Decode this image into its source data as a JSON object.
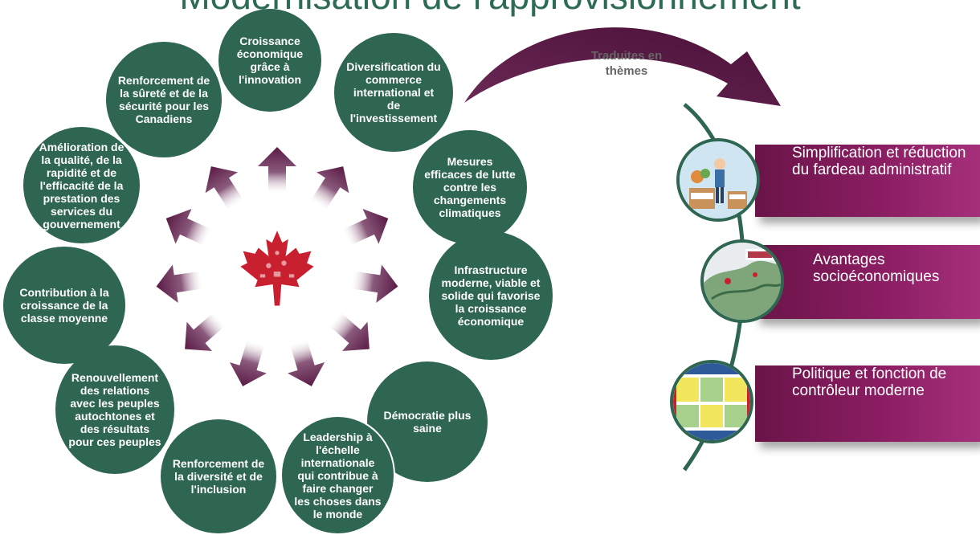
{
  "header": {
    "title": "Modernisation de l'approvisionnement"
  },
  "diagram": {
    "center_icon": "maple-leaf-icon",
    "arrow_label": "Traduites en thèmes",
    "priorities": [
      "Croissance économique grâce à l'innovation",
      "Diversification du commerce international et de l'investissement",
      "Mesures efficaces de lutte contre les changements climatiques",
      "Infrastructure moderne, viable et solide qui favorise la croissance économique",
      "Démocratie plus saine",
      "Leadership à l'échelle internationale qui contribue à faire changer les choses dans le monde",
      "Renforcement de la diversité et de l'inclusion",
      "Renouvellement des relations avec les peuples autochtones et des résultats pour ces peuples",
      "Contribution à la croissance de la classe moyenne",
      "Amélioration de la qualité, de la rapidité et de l'efficacité de la prestation des services du gouvernement",
      "Renforcement de la sûreté et de la sécurité pour les Canadiens"
    ],
    "themes": [
      {
        "label": "Simplification et réduction du fardeau administratif",
        "image_icon": "remove-keep-illustration-icon"
      },
      {
        "label": "Avantages socioéconomiques",
        "image_icon": "canada-map-icon"
      },
      {
        "label": "Politique et fonction de contrôleur moderne",
        "image_icon": "framework-table-icon"
      }
    ]
  },
  "colors": {
    "green": "#2e6652",
    "purple": "#6a1448",
    "arrow": "#5a1a45",
    "maple": "#c8202f"
  }
}
